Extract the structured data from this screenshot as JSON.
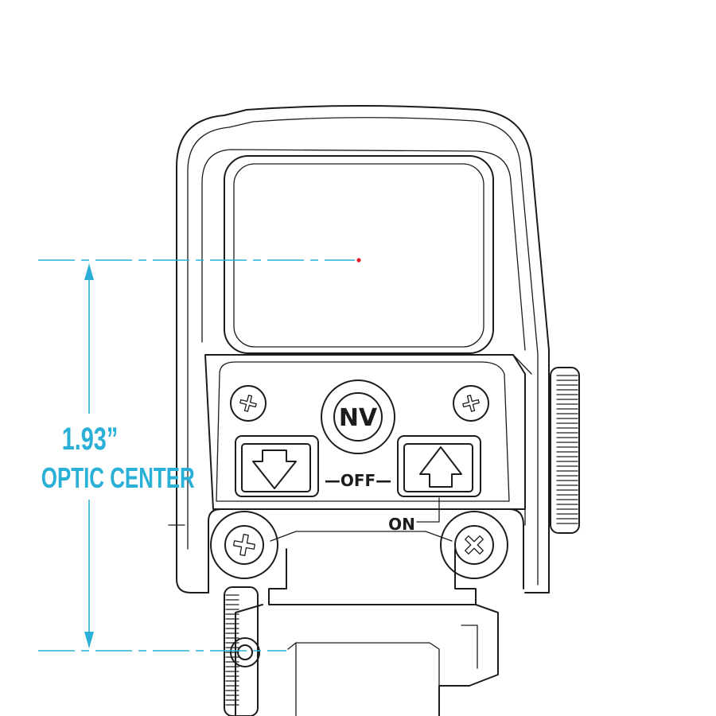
{
  "dimension": {
    "value": "1.93”",
    "caption": "OPTIC CENTER",
    "color": "#2ab0d6"
  },
  "controls": {
    "nv_label": "NV",
    "off_label": "—OFF—",
    "on_label": "ON"
  },
  "reticle": {
    "color": "#e5202a"
  },
  "icons": [
    "down-arrow-icon",
    "up-arrow-icon",
    "screw-icon",
    "phillips-screw-icon"
  ]
}
